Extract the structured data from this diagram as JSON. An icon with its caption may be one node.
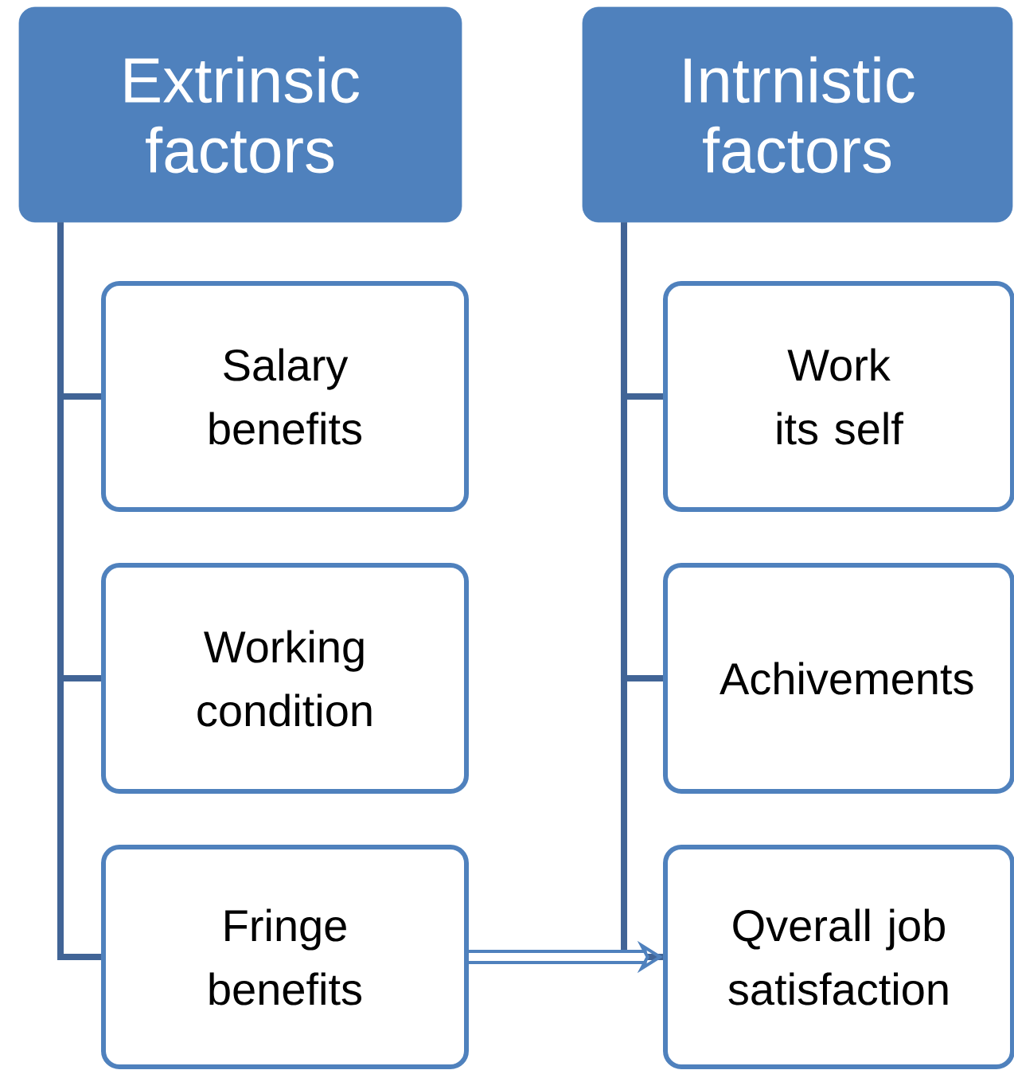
{
  "diagram": {
    "nodes": [
      {
        "text": [
          "Extrinsic factors"
        ]
      },
      {
        "text": [
          "Salary benefits"
        ]
      },
      {
        "text": [
          "Working condition"
        ]
      },
      {
        "text": [
          "Fringe benefits"
        ]
      },
      {
        "text": [
          "Intrnistic factors"
        ]
      },
      {
        "text": [
          "Work its self"
        ]
      },
      {
        "text": [
          "Achivements"
        ]
      },
      {
        "text": [
          "Qverall job satisfaction"
        ]
      }
    ],
    "edges": [
      {
        "from": 0,
        "to": 1,
        "arrow": "none"
      },
      {
        "from": 0,
        "to": 2,
        "arrow": "none"
      },
      {
        "from": 0,
        "to": 3,
        "arrow": "none"
      },
      {
        "from": 4,
        "to": 5,
        "arrow": "none"
      },
      {
        "from": 4,
        "to": 6,
        "arrow": "none"
      },
      {
        "from": 4,
        "to": 7,
        "arrow": "none"
      },
      {
        "from": 3,
        "to": 7,
        "arrow": "to",
        "style": "thick"
      }
    ]
  }
}
